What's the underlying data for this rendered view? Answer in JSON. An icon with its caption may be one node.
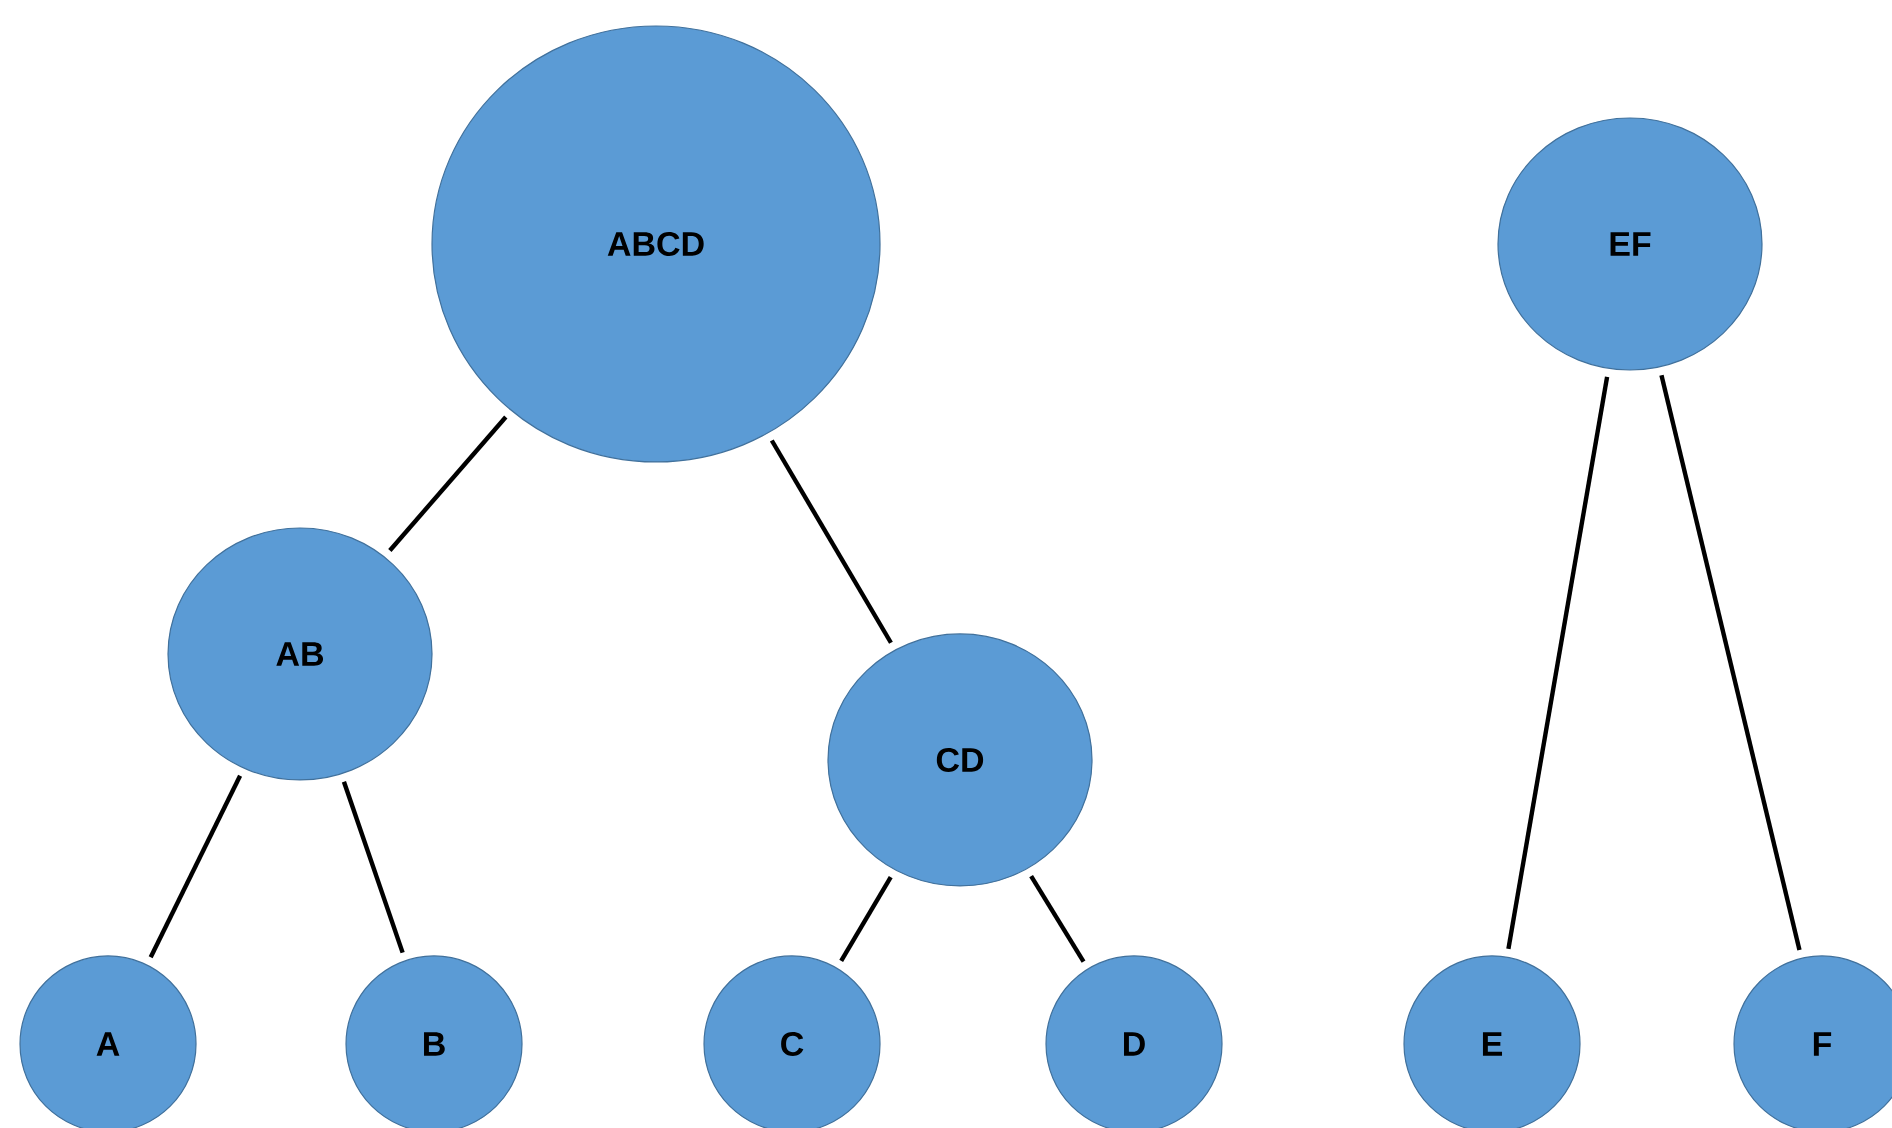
{
  "diagram": {
    "nodes": [
      {
        "text": [
          "ABCD"
        ]
      },
      {
        "text": [
          "EF"
        ]
      },
      {
        "text": [
          "AB"
        ]
      },
      {
        "text": [
          "CD"
        ]
      },
      {
        "text": [
          "A"
        ]
      },
      {
        "text": [
          "B"
        ]
      },
      {
        "text": [
          "C"
        ]
      },
      {
        "text": [
          "D"
        ]
      },
      {
        "text": [
          "E"
        ]
      },
      {
        "text": [
          "F"
        ]
      }
    ],
    "edges": [
      {
        "from": 0,
        "to": 2,
        "arrow": "none"
      },
      {
        "from": 0,
        "to": 3,
        "arrow": "none"
      },
      {
        "from": 2,
        "to": 4,
        "arrow": "none"
      },
      {
        "from": 2,
        "to": 5,
        "arrow": "none"
      },
      {
        "from": 3,
        "to": 6,
        "arrow": "none"
      },
      {
        "from": 3,
        "to": 7,
        "arrow": "none"
      },
      {
        "from": 1,
        "to": 8,
        "arrow": "none"
      },
      {
        "from": 1,
        "to": 9,
        "arrow": "none"
      }
    ]
  }
}
